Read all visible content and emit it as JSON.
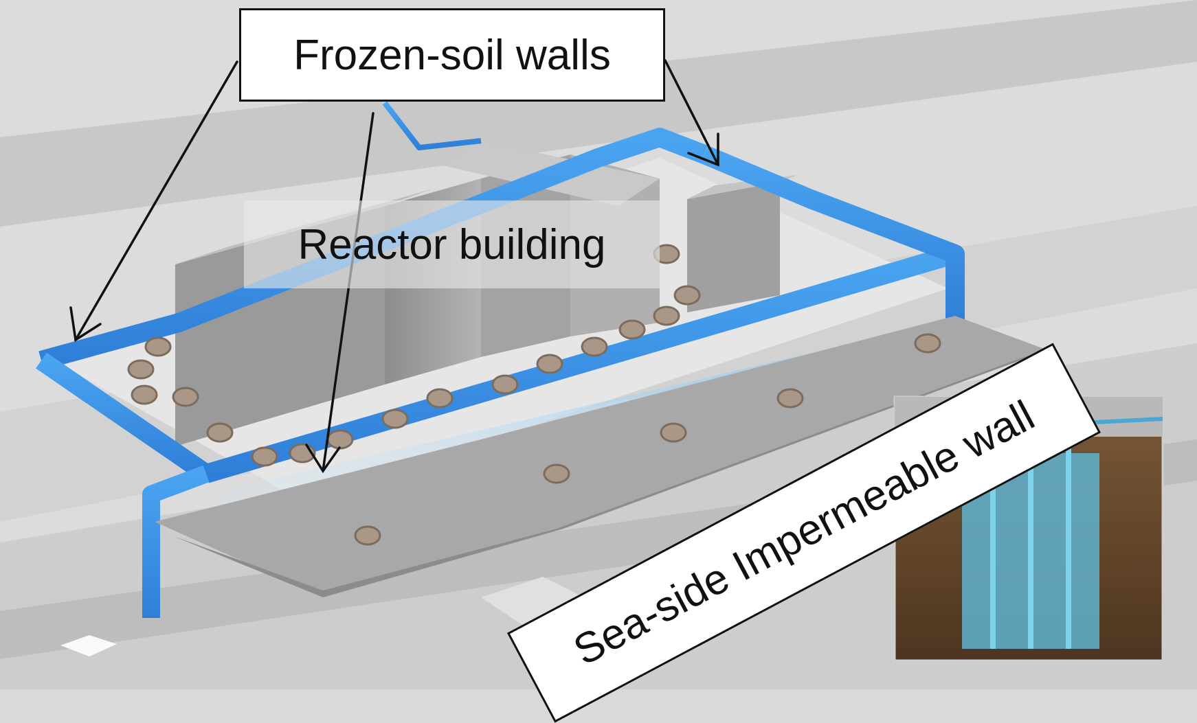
{
  "labels": {
    "frozen_soil_walls": "Frozen-soil walls",
    "reactor_building": "Reactor building",
    "sea_side_wall": "Sea-side Impermeable wall"
  },
  "colors": {
    "wall_blue": "#3a8fe0",
    "water_blue": "#b8dcf2",
    "concrete": "#a4a4a4",
    "ground": "#d9d9d9",
    "soil": "#6b4a2a"
  }
}
